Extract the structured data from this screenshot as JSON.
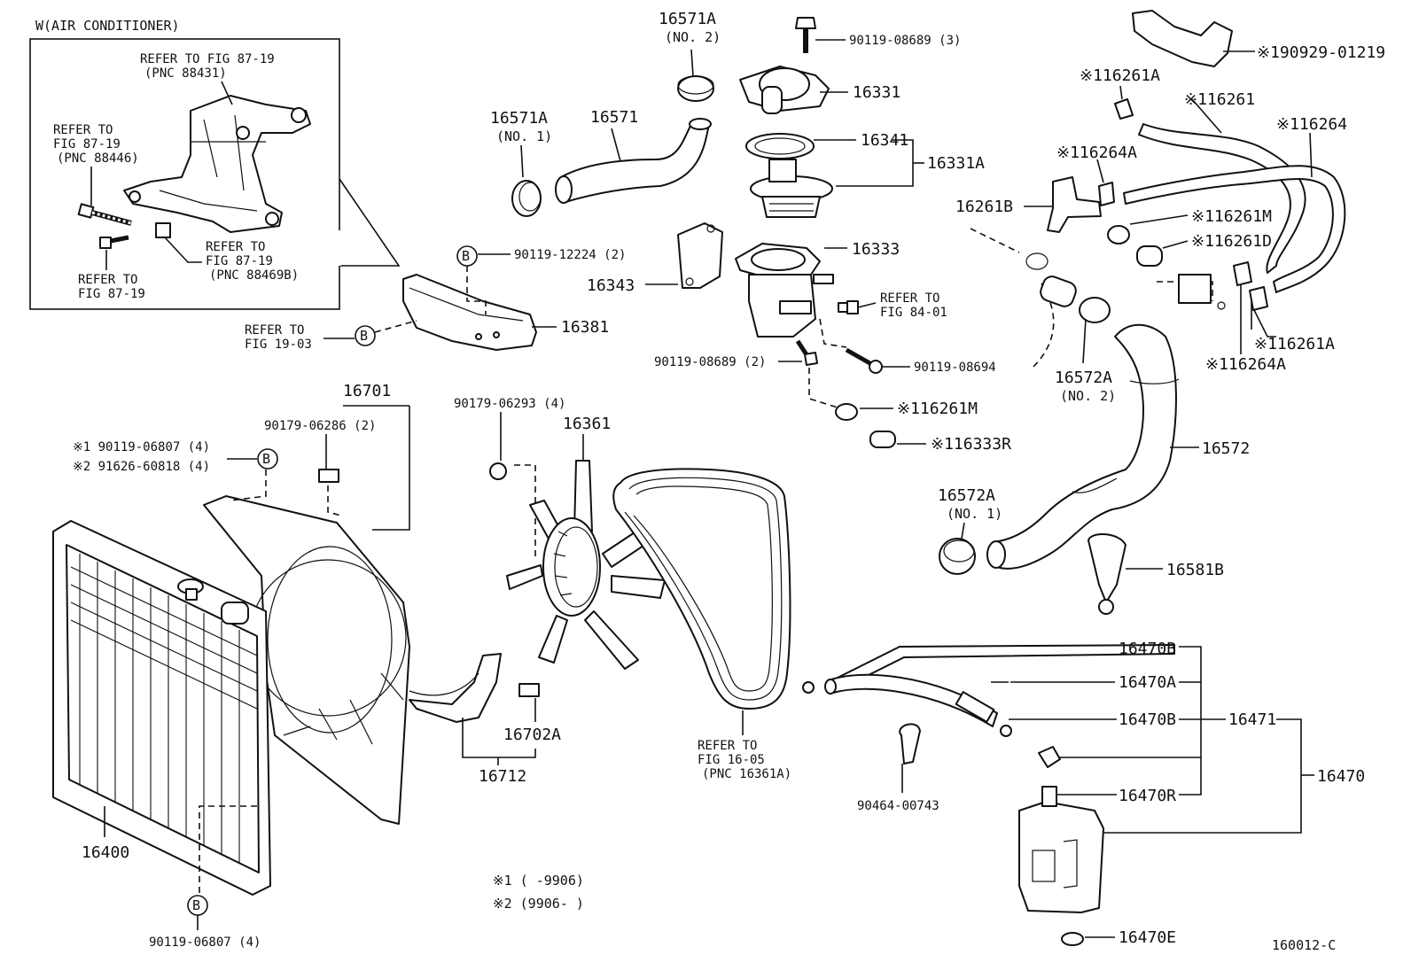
{
  "diagram": {
    "figure_code": "160012-C",
    "inset": {
      "title": "W(AIR CONDITIONER)",
      "refs": [
        {
          "line1": "REFER TO FIG 87-19",
          "line2": "(PNC 88431)"
        },
        {
          "line1": "REFER TO",
          "line2": "FIG 87-19",
          "line3": "(PNC 88446)"
        },
        {
          "line1": "REFER TO",
          "line2": "FIG 87-19",
          "line3": "(PNC 88469B)"
        },
        {
          "line1": "REFER TO",
          "line2": "FIG 87-19"
        }
      ]
    },
    "callouts": {
      "refer_fig_19_03": {
        "line1": "REFER TO",
        "line2": "FIG 19-03"
      },
      "refer_fig_84_01": {
        "line1": "REFER TO",
        "line2": "FIG 84-01"
      },
      "refer_fig_16_05": {
        "line1": "REFER TO",
        "line2": "FIG 16-05",
        "line3": "(PNC 16361A)"
      },
      "circle_b": "B"
    },
    "parts": {
      "p16571A_no2": "16571A",
      "p16571A_no2_sub": "(NO. 2)",
      "p16571A_no1": "16571A",
      "p16571A_no1_sub": "(NO. 1)",
      "p16571": "16571",
      "p90119_08689_3": "90119-08689 (3)",
      "p16331": "16331",
      "p16341": "16341",
      "p16331A": "16331A",
      "p16333": "16333",
      "p16343": "16343",
      "p90119_12224": "90119-12224 (2)",
      "p16381": "16381",
      "p90119_08689_2": "90119-08689 (2)",
      "p90119_08694": "90119-08694",
      "p116261M_a": "※116261M",
      "p116333R": "※116333R",
      "p190929": "※190929-01219",
      "p116261A_top": "※116261A",
      "p116261": "※116261",
      "p116264": "※116264",
      "p116264A_top": "※116264A",
      "p16261B": "16261B",
      "p116261M_b": "※116261M",
      "p116261D": "※116261D",
      "p116261A_bot": "※116261A",
      "p116264A_bot": "※116264A",
      "p16572A_no2": "16572A",
      "p16572A_no2_sub": "(NO. 2)",
      "p16572": "16572",
      "p16572A_no1": "16572A",
      "p16572A_no1_sub": "(NO. 1)",
      "p16581B": "16581B",
      "p16701": "16701",
      "p90179_06286": "90179-06286 (2)",
      "p90179_06293": "90179-06293 (4)",
      "p16361": "16361",
      "p_star1": "※1 90119-06807 (4)",
      "p_star2": "※2 91626-60818 (4)",
      "p16702A": "16702A",
      "p16712": "16712",
      "p16400": "16400",
      "p90119_06807": "90119-06807 (4)",
      "p16470B_top": "16470B",
      "p16470A": "16470A",
      "p16470B_mid": "16470B",
      "p16471": "16471",
      "p16470": "16470",
      "p16470R": "16470R",
      "p16470E": "16470E",
      "p90464": "90464-00743"
    },
    "footnotes": {
      "note1": "※1 (     -9906)",
      "note2": "※2 (9906-     )"
    }
  }
}
